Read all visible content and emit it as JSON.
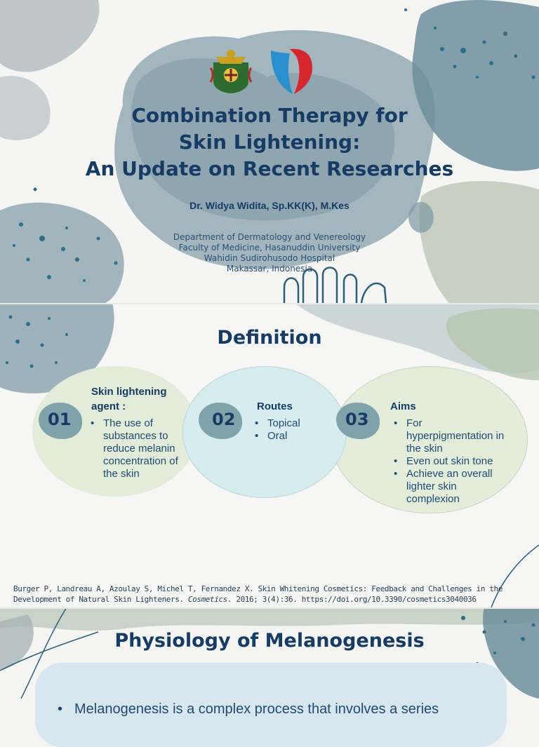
{
  "slide1": {
    "title_lines": [
      "Combination Therapy for",
      "Skin Lightening:",
      "An Update on Recent Researches"
    ],
    "author": "Dr. Widya Widita, Sp.KK(K), M.Kes",
    "affiliation_lines": [
      "Department of Dermatology and Venereology",
      "Faculty of Medicine, Hasanuddin University",
      "Wahidin Sudirohusodo Hospital",
      "Makassar, Indonesia"
    ]
  },
  "slide2": {
    "title": "Definition",
    "items": [
      {
        "number": "01",
        "heading_lines": [
          "Skin lightening",
          "agent :"
        ],
        "bullets": [
          "The use of substances to reduce melanin concentration of the skin"
        ]
      },
      {
        "number": "02",
        "heading_lines": [
          "Routes"
        ],
        "bullets": [
          "Topical",
          "Oral"
        ]
      },
      {
        "number": "03",
        "heading_lines": [
          "Aims"
        ],
        "bullets": [
          "For hyperpigmentation in the skin",
          "Even out skin tone",
          "Achieve an overall lighter skin complexion"
        ]
      }
    ],
    "reference": {
      "before_italic": "Burger P, Landreau A, Azoulay S, Michel T, Fernandez X. Skin Whitening Cosmetics: Feedback and Challenges in the Development of Natural Skin Lighteners. ",
      "italic": "Cosmetics",
      "after_italic": ". 2016; 3(4):36. https://doi.org/10.3390/cosmetics3040036"
    }
  },
  "slide3": {
    "title": "Physiology of Melanogenesis",
    "bullet": "Melanogenesis is a complex process that involves a series"
  },
  "colors": {
    "navy": "#163c66",
    "teal_blob": "#6f8f9a",
    "circle_green": "#e2ecd8",
    "circle_blue": "#d6ecee"
  }
}
